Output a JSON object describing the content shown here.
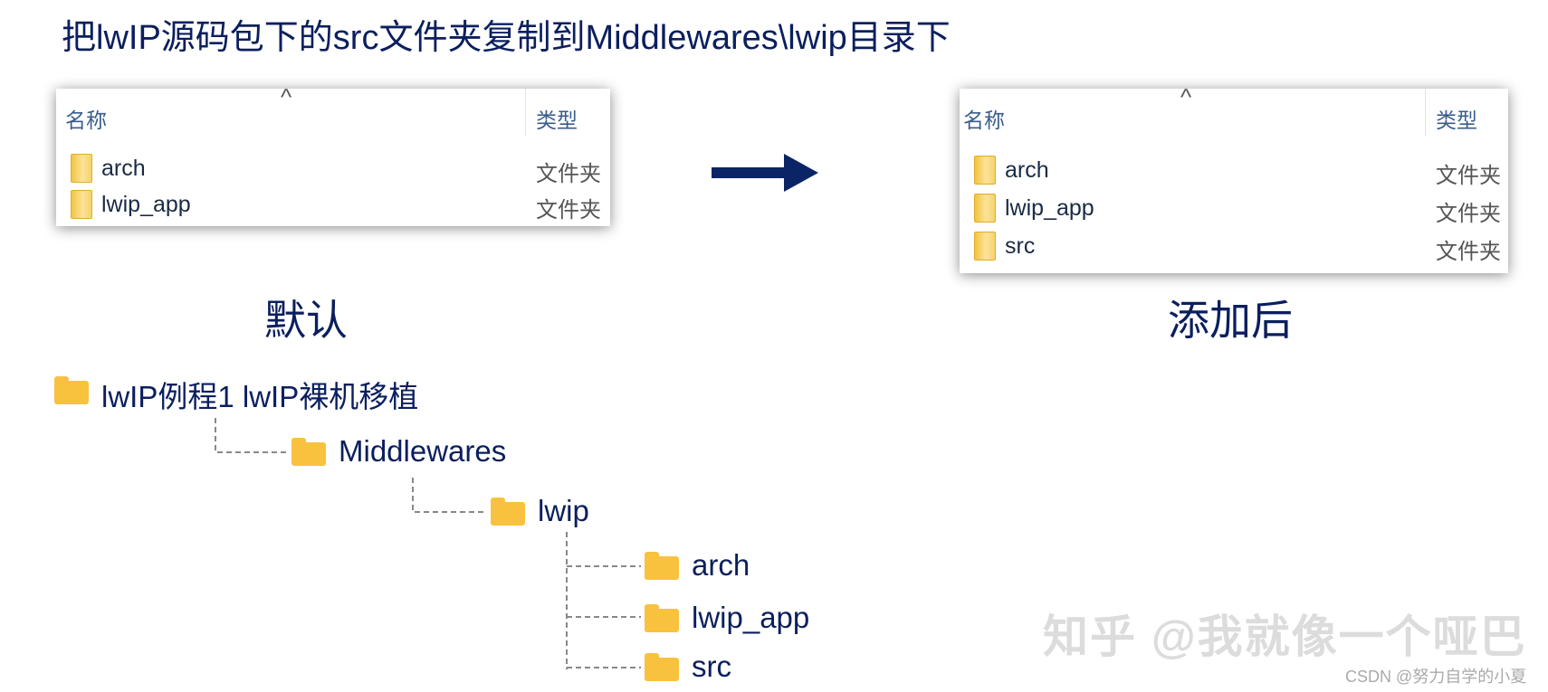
{
  "title": "把lwIP源码包下的src文件夹复制到Middlewares\\lwip目录下",
  "explorer_default": {
    "header_name": "名称",
    "header_type": "类型",
    "caret": "^",
    "rows": [
      {
        "name": "arch",
        "type": "文件夹"
      },
      {
        "name": "lwip_app",
        "type": "文件夹"
      }
    ]
  },
  "explorer_added": {
    "header_name": "名称",
    "header_type": "类型",
    "caret": "^",
    "rows": [
      {
        "name": "arch",
        "type": "文件夹"
      },
      {
        "name": "lwip_app",
        "type": "文件夹"
      },
      {
        "name": "src",
        "type": "文件夹"
      }
    ]
  },
  "label_default": "默认",
  "label_added": "添加后",
  "tree": {
    "root": "lwIP例程1 lwIP裸机移植",
    "middlewares": "Middlewares",
    "lwip": "lwip",
    "children": [
      "arch",
      "lwip_app",
      "src"
    ]
  },
  "colors": {
    "text": "#0b1f5e",
    "arrow": "#0b2466",
    "folder": "#f8c23f"
  },
  "watermark": "知乎 @我就像一个哑巴",
  "csdn_credit": "CSDN @努力自学的小夏"
}
